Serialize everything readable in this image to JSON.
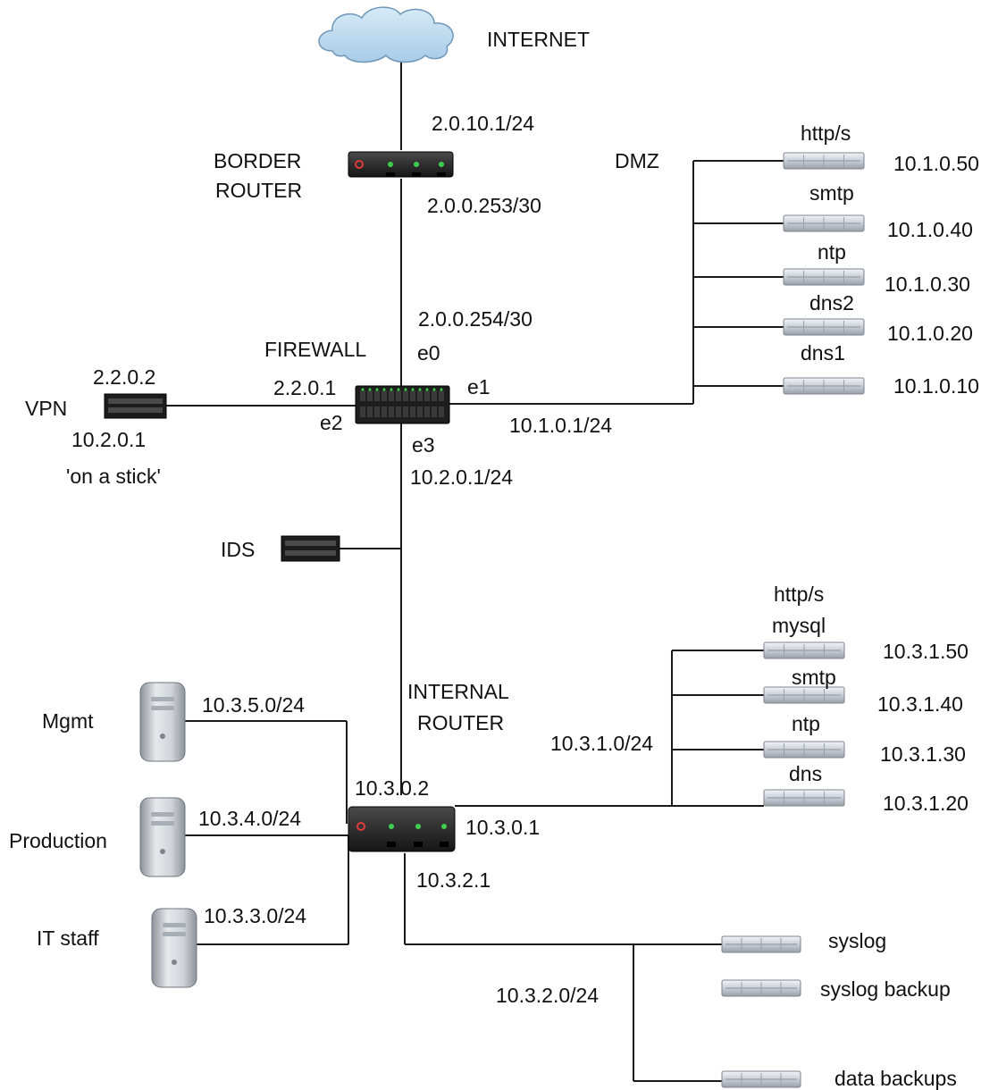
{
  "internet": {
    "label": "INTERNET"
  },
  "border_router": {
    "line1": "BORDER",
    "line2": "ROUTER",
    "ip_up": "2.0.10.1/24",
    "ip_down": "2.0.0.253/30"
  },
  "firewall": {
    "label": "FIREWALL",
    "ip_e0": "2.0.0.254/30",
    "e0": "e0",
    "e1": "e1",
    "e2": "e2",
    "e3": "e3",
    "ip_e2": "2.2.0.1",
    "ip_e1": "10.1.0.1/24",
    "ip_e3": "10.2.0.1/24"
  },
  "vpn": {
    "label": "VPN",
    "ip_top": "2.2.0.2",
    "ip_bottom": "10.2.0.1",
    "note": "'on a stick'"
  },
  "ids": {
    "label": "IDS"
  },
  "dmz": {
    "label": "DMZ",
    "servers": [
      {
        "name": "http/s",
        "ip": "10.1.0.50"
      },
      {
        "name": "smtp",
        "ip": "10.1.0.40"
      },
      {
        "name": "ntp",
        "ip": "10.1.0.30"
      },
      {
        "name": "dns2",
        "ip": "10.1.0.20"
      },
      {
        "name": "dns1",
        "ip": "10.1.0.10"
      }
    ]
  },
  "internal_router": {
    "line1": "INTERNAL",
    "line2": "ROUTER",
    "ip_top": "10.3.0.2",
    "ip_right": "10.3.0.1",
    "ip_bottom": "10.3.2.1"
  },
  "internal_servers": {
    "subnet": "10.3.1.0/24",
    "servers": [
      {
        "name1": "http/s",
        "name2": "mysql",
        "ip": "10.3.1.50"
      },
      {
        "name1": "smtp",
        "name2": "",
        "ip": "10.3.1.40"
      },
      {
        "name1": "ntp",
        "name2": "",
        "ip": "10.3.1.30"
      },
      {
        "name1": "dns",
        "name2": "",
        "ip": "10.3.1.20"
      }
    ]
  },
  "workstations": [
    {
      "label": "Mgmt",
      "subnet": "10.3.5.0/24"
    },
    {
      "label": "Production",
      "subnet": "10.3.4.0/24"
    },
    {
      "label": "IT staff",
      "subnet": "10.3.3.0/24"
    }
  ],
  "backup_net": {
    "subnet": "10.3.2.0/24",
    "servers": [
      {
        "name": "syslog"
      },
      {
        "name": "syslog backup"
      },
      {
        "name": "data backups"
      }
    ]
  }
}
